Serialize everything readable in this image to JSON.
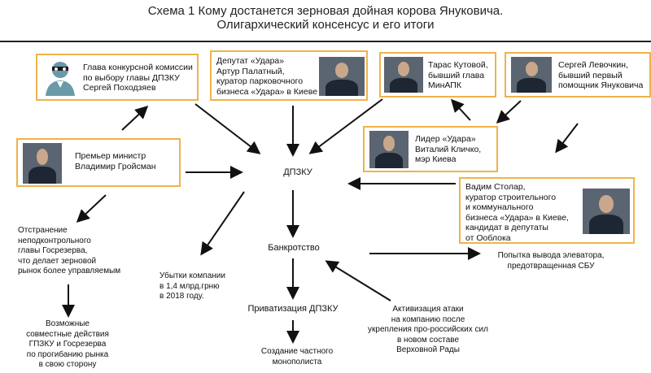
{
  "title": {
    "line1": "Схема 1 Кому достанется зерновая дойная корова Януковича.",
    "line2": "Олигархический консенсус и его итоги"
  },
  "boxes": {
    "pokhodzyayev": "Глава конкурсной комиссии\nпо выбору главы ДПЗКУ\nСергей Походзяев",
    "palatny": "Депутат «Удара»\nАртур Палатный,\nкуратор парковочного\nбизнеса «Удара» в Киеве",
    "kutovoy": "Тарас Кутовой,\nбывший глава\nМинАПК",
    "levochkin": "Сергей Левочкин,\nбывший первый\nпомощник Януковича",
    "groysman": "Премьер министр\nВладимир Гройсман",
    "klitschko": "Лидер «Удара»\nВиталий Кличко,\nмэр Киева",
    "stolar": "Вадим Столар,\nкуратор строительного\nи коммунального\nбизнеса «Удара» в Киеве,\nкандидат в депутаты\nот Ооблока"
  },
  "nodes": {
    "dpzku": "ДПЗКУ",
    "bankruptcy": "Банкротство",
    "privatization": "Приватизация ДПЗКУ",
    "monopolist": "Создание частного\nмонополиста",
    "removal": "Отстранение\nнеподконтрольного\nглавы Госрезерва,\nчто  делает зерновой\nрынок более управляемым",
    "joint": "Возможные\nсовместные действия\nГПЗКУ и Госрезерва\nпо прогибанию рынка\nв свою сторону",
    "losses": "Убытки компании\nв 1,4 млрд.грню\nв 2018 году.",
    "attack": "Активизация атаки\nна  компанию после\nукрепления про-российских сил\nв  новом составе\nВерховной Рады",
    "elevator": "Попытка вывода элеватора,\nпредотвращенная СБУ"
  },
  "colors": {
    "box_border": "#f0b24a",
    "text": "#111111"
  },
  "icons": {
    "pokhodzyayev": "anonymous-person-icon"
  }
}
